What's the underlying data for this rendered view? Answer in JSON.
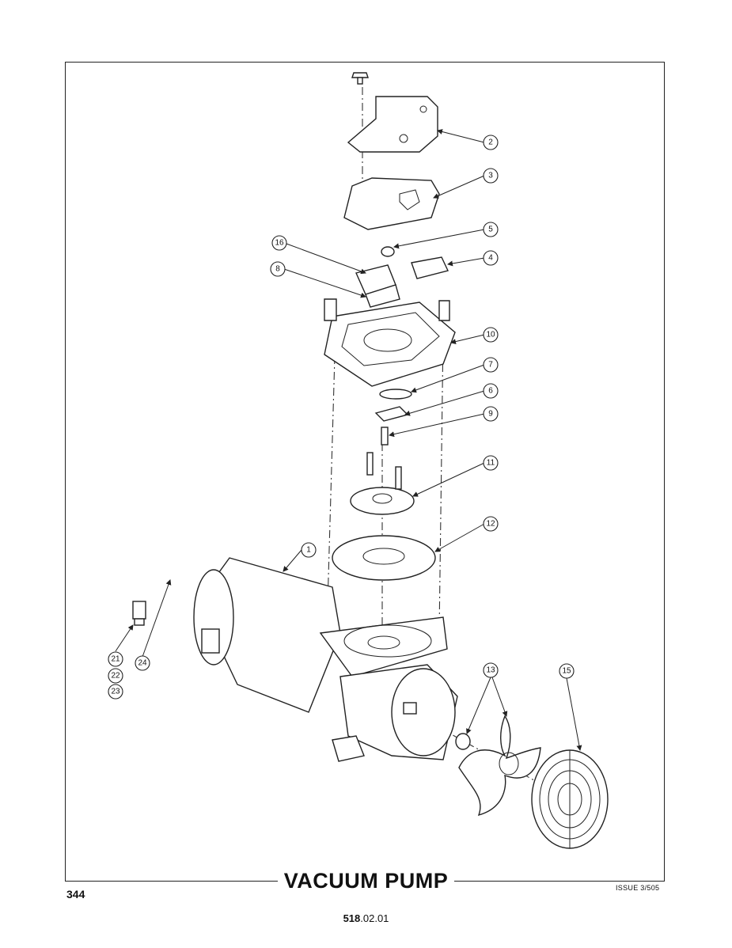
{
  "title": "VACUUM PUMP",
  "page_number": "344",
  "issue": "ISSUE 3/505",
  "doc_ref": {
    "bold": "518",
    "rest": ".02.01"
  },
  "callouts": [
    "1",
    "2",
    "3",
    "4",
    "5",
    "6",
    "7",
    "8",
    "9",
    "10",
    "11",
    "12",
    "13",
    "15",
    "16",
    "21",
    "22",
    "23",
    "24"
  ]
}
